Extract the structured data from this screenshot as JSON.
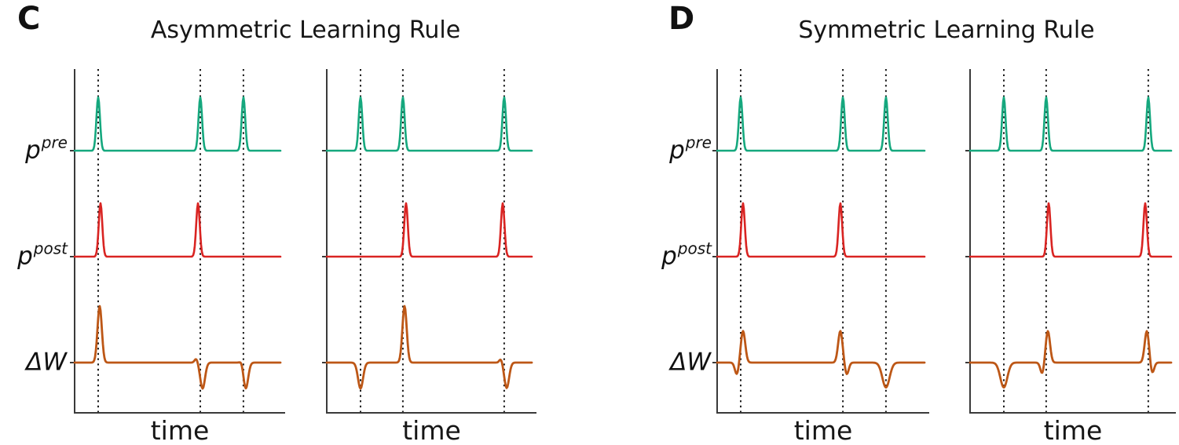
{
  "chart_data": {
    "type": "line",
    "xlabel": "time",
    "grid": false,
    "spike_line_color": "#1b1b1b",
    "rows": [
      {
        "id": "pre",
        "label_base": "p",
        "label_sup": "pre",
        "color": "#15a87e",
        "spike_w": 0.012
      },
      {
        "id": "post",
        "label_base": "p",
        "label_sup": "post",
        "color": "#d92422",
        "spike_w": 0.012
      },
      {
        "id": "dw",
        "label_base": "ΔW",
        "label_sup": "",
        "color": "#bd5716",
        "spike_w": 0.014
      }
    ],
    "panels": [
      {
        "letter": "C",
        "title": "Asymmetric Learning Rule",
        "subplots": [
          {
            "spike_lines": [
              0.112,
              0.597,
              0.802
            ],
            "pre_spikes": [
              {
                "t": 0.112,
                "amp": 1
              },
              {
                "t": 0.597,
                "amp": 1
              },
              {
                "t": 0.802,
                "amp": 1
              }
            ],
            "post_spikes": [
              {
                "t": 0.123,
                "amp": 1
              },
              {
                "t": 0.586,
                "amp": 1
              }
            ],
            "dw_events": [
              {
                "t": 0.119,
                "amp": 1.0,
                "w": 0.0145
              },
              {
                "t": 0.578,
                "amp": 0.07,
                "w": 0.011
              },
              {
                "t": 0.608,
                "amp": -0.46,
                "w": 0.016
              },
              {
                "t": 0.795,
                "amp": 0.06,
                "w": 0.011
              },
              {
                "t": 0.813,
                "amp": -0.46,
                "w": 0.016
              }
            ]
          },
          {
            "spike_lines": [
              0.161,
              0.363,
              0.846
            ],
            "pre_spikes": [
              {
                "t": 0.161,
                "amp": 1
              },
              {
                "t": 0.363,
                "amp": 1
              },
              {
                "t": 0.846,
                "amp": 1
              }
            ],
            "post_spikes": [
              {
                "t": 0.378,
                "amp": 1
              },
              {
                "t": 0.839,
                "amp": 1
              }
            ],
            "dw_events": [
              {
                "t": 0.161,
                "amp": -0.46,
                "w": 0.017
              },
              {
                "t": 0.371,
                "amp": 1.0,
                "w": 0.0145
              },
              {
                "t": 0.831,
                "amp": 0.07,
                "w": 0.011
              },
              {
                "t": 0.858,
                "amp": -0.45,
                "w": 0.016
              }
            ]
          }
        ]
      },
      {
        "letter": "D",
        "title": "Symmetric Learning Rule",
        "subplots": [
          {
            "spike_lines": [
              0.111,
              0.593,
              0.796
            ],
            "pre_spikes": [
              {
                "t": 0.111,
                "amp": 1
              },
              {
                "t": 0.593,
                "amp": 1
              },
              {
                "t": 0.796,
                "amp": 1
              }
            ],
            "post_spikes": [
              {
                "t": 0.122,
                "amp": 1
              },
              {
                "t": 0.581,
                "amp": 1
              }
            ],
            "dw_events": [
              {
                "t": 0.093,
                "amp": -0.21,
                "w": 0.013
              },
              {
                "t": 0.122,
                "amp": 0.56,
                "w": 0.0148
              },
              {
                "t": 0.581,
                "amp": 0.56,
                "w": 0.0148
              },
              {
                "t": 0.611,
                "amp": -0.21,
                "w": 0.013
              },
              {
                "t": 0.796,
                "amp": -0.44,
                "w": 0.024
              }
            ]
          },
          {
            "spike_lines": [
              0.164,
              0.37,
              0.866
            ],
            "pre_spikes": [
              {
                "t": 0.164,
                "amp": 1
              },
              {
                "t": 0.37,
                "amp": 1
              },
              {
                "t": 0.866,
                "amp": 1
              }
            ],
            "post_spikes": [
              {
                "t": 0.382,
                "amp": 1
              },
              {
                "t": 0.851,
                "amp": 1
              }
            ],
            "dw_events": [
              {
                "t": 0.164,
                "amp": -0.44,
                "w": 0.024
              },
              {
                "t": 0.351,
                "amp": -0.2,
                "w": 0.013
              },
              {
                "t": 0.378,
                "amp": 0.56,
                "w": 0.0148
              },
              {
                "t": 0.859,
                "amp": 0.56,
                "w": 0.0148
              },
              {
                "t": 0.885,
                "amp": -0.19,
                "w": 0.013
              }
            ]
          }
        ]
      }
    ]
  }
}
